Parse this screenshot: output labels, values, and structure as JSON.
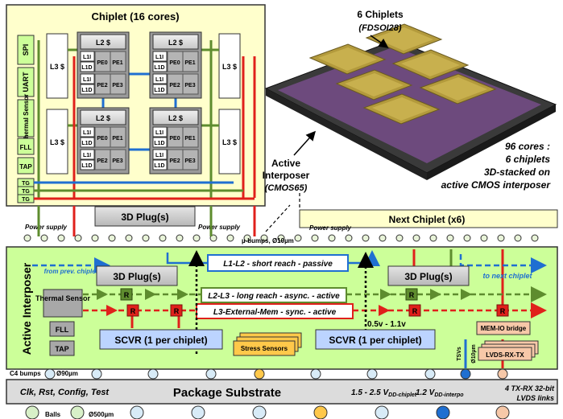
{
  "chiplet": {
    "title": "Chiplet (16 cores)",
    "l2": "L2 $",
    "l3": "L3 $",
    "l1i": "L1I",
    "l1d": "L1D",
    "pe0": "PE0",
    "pe1": "PE1",
    "pe2": "PE2",
    "pe3": "PE3",
    "periph": [
      "SPI",
      "UART",
      "Thermal Sensor",
      "FLL",
      "TAP"
    ],
    "tg": "TG",
    "plug": "3D Plug(s)",
    "power": "Power supply"
  },
  "photo": {
    "title": "6 Chiplets",
    "subtitle": "(FDSOI28)",
    "interposer_line1": "Active",
    "interposer_line2": "Interposer",
    "interposer_tech": "(CMOS65)",
    "summary": [
      "96 cores :",
      "6 chiplets",
      "3D-stacked on",
      "active CMOS interposer"
    ]
  },
  "next_chiplet": {
    "label": "Next Chiplet (x6)",
    "power": "Power supply"
  },
  "bumps": {
    "micro": "µ-bumps, Ø10µm",
    "c4": "C4 bumps",
    "c4_size": "Ø90µm",
    "balls": "Balls",
    "balls_size": "Ø500µm",
    "tsvs": "TSVs",
    "tsvs_size": "Ø10µm"
  },
  "interposer": {
    "side_label": "Active Interposer",
    "from_prev": "from prev. chiplet",
    "to_next": "to next chiplet",
    "plug_left": "3D Plug(s)",
    "plug_right": "3D Plug(s)",
    "link1": "L1-L2 - short reach - passive",
    "link2": "L2-L3 - long reach - async. - active",
    "link3": "L3-External-Mem - sync. - active",
    "router": "R",
    "thermal": "Thermal Sensor",
    "fll": "FLL",
    "tap": "TAP",
    "voltage": "0.5v - 1.1v",
    "scvr_left": "SCVR (1 per chiplet)",
    "scvr_right": "SCVR (1 per chiplet)",
    "stress": "Stress Sensors",
    "memio": "MEM-IO bridge",
    "lvds": "LVDS-RX-TX"
  },
  "substrate": {
    "left": "Clk, Rst, Config, Test",
    "center": "Package Substrate",
    "v1_prefix": "1.5 - 2.5 V",
    "v1_sub": "DD-chiplet",
    "v2_prefix": "1.2 V",
    "v2_sub": "DD-interpo",
    "links_line1": "4 TX-RX 32-bit",
    "links_line2": "LVDS links"
  },
  "colors": {
    "chiplet_bg": "#ffffcc",
    "interposer_bg": "#ccff99",
    "link_blue": "#1f6fd1",
    "link_green": "#5e8c2e",
    "link_red": "#e0201b",
    "substrate": "#dcdcdc"
  }
}
